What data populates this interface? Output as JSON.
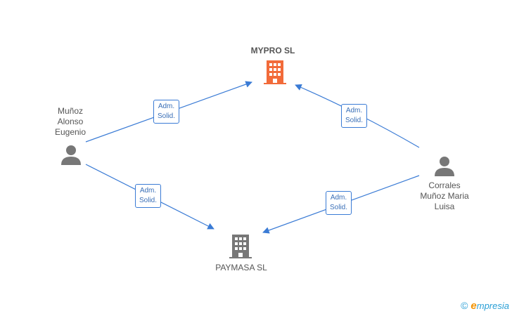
{
  "nodes": {
    "mypro": {
      "name": "MYPRO SL",
      "color": "#f26b3a"
    },
    "paymasa": {
      "name": "PAYMASA SL",
      "color": "#777777"
    },
    "person_left": {
      "lines": [
        "Muñoz",
        "Alonso",
        "Eugenio"
      ]
    },
    "person_right": {
      "lines": [
        "Corrales",
        "Muñoz Maria",
        "Luisa"
      ]
    }
  },
  "edges": [
    {
      "from": "person_left",
      "to": "mypro",
      "label": [
        "Adm.",
        "Solid."
      ]
    },
    {
      "from": "person_left",
      "to": "paymasa",
      "label": [
        "Adm.",
        "Solid."
      ]
    },
    {
      "from": "person_right",
      "to": "mypro",
      "label": [
        "Adm.",
        "Solid."
      ]
    },
    {
      "from": "person_right",
      "to": "paymasa",
      "label": [
        "Adm.",
        "Solid."
      ]
    }
  ],
  "colors": {
    "edge": "#3a7bd5",
    "person_icon": "#777777"
  },
  "footer": {
    "copyright": "©",
    "brand_initial": "e",
    "brand_rest": "mpresia"
  }
}
